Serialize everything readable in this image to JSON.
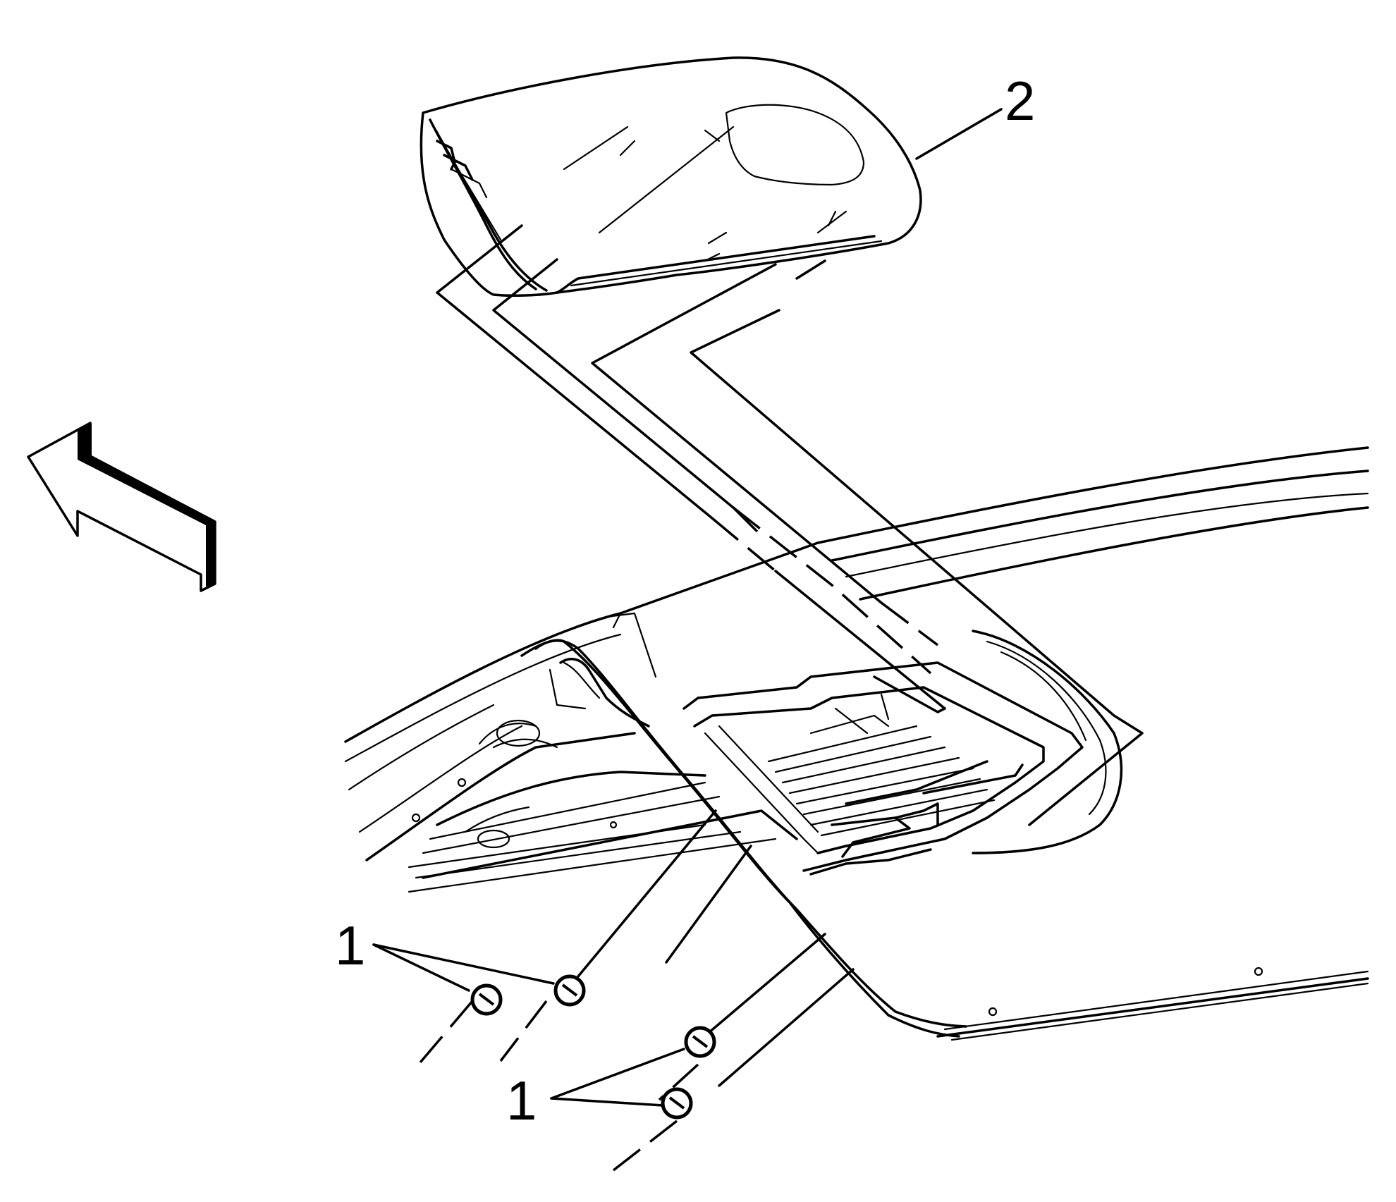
{
  "diagram": {
    "callouts": [
      {
        "id": "callout-1a",
        "label": "1"
      },
      {
        "id": "callout-1b",
        "label": "1"
      },
      {
        "id": "callout-2",
        "label": "2"
      }
    ],
    "stroke_color": "#000000",
    "background_color": "#ffffff",
    "icons": [
      "direction-arrow-icon",
      "clip-icon"
    ]
  }
}
